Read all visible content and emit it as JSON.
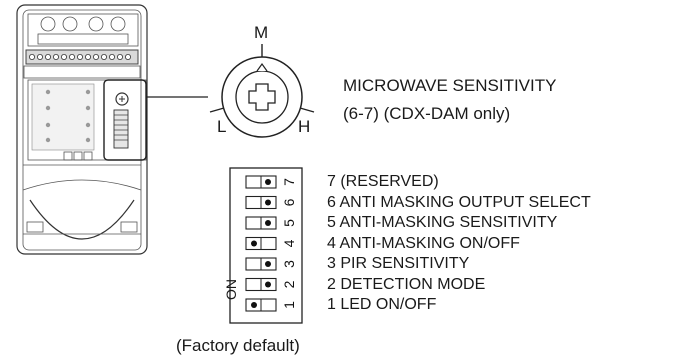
{
  "dial": {
    "label_m": "M",
    "label_l": "L",
    "label_h": "H"
  },
  "microwave": {
    "title": "MICROWAVE SENSITIVITY",
    "subtitle": "(6-7) (CDX-DAM only)"
  },
  "switch_block": {
    "on_label": "ON",
    "factory_default_label": "(Factory default)",
    "switches": [
      {
        "number": "7",
        "description": "7 (RESERVED)",
        "position": "right"
      },
      {
        "number": "6",
        "description": "6 ANTI MASKING OUTPUT SELECT",
        "position": "right"
      },
      {
        "number": "5",
        "description": "5 ANTI-MASKING SENSITIVITY",
        "position": "right"
      },
      {
        "number": "4",
        "description": "4 ANTI-MASKING ON/OFF",
        "position": "left"
      },
      {
        "number": "3",
        "description": "3 PIR SENSITIVITY",
        "position": "right"
      },
      {
        "number": "2",
        "description": "2 DETECTION MODE",
        "position": "right"
      },
      {
        "number": "1",
        "description": "1 LED ON/OFF",
        "position": "left"
      }
    ]
  }
}
